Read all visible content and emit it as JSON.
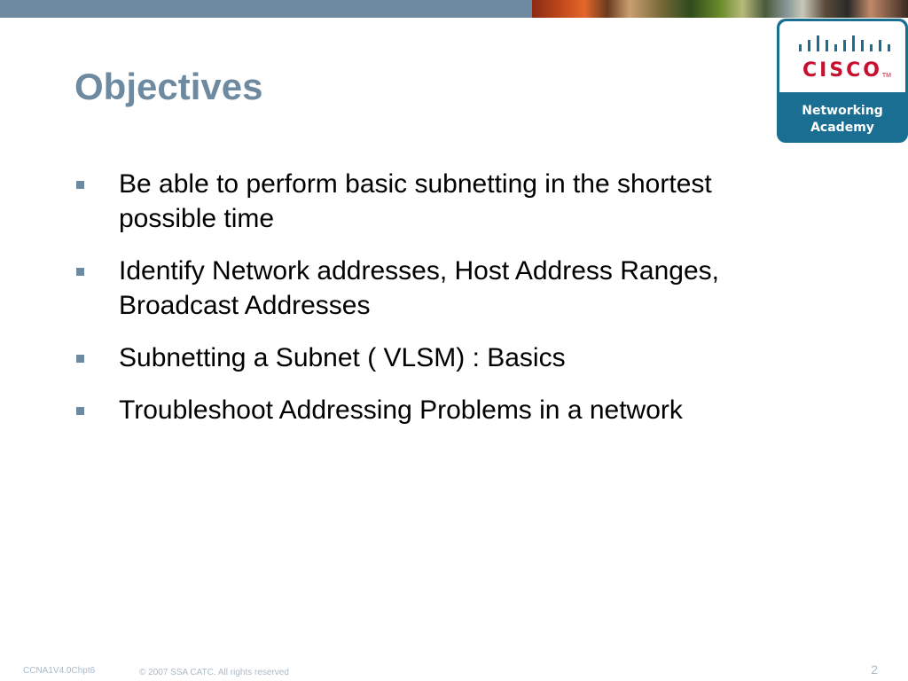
{
  "slide": {
    "title": "Objectives",
    "bullets": [
      {
        "lines": [
          "Be able to perform basic subnetting in the shortest",
          "possible time"
        ]
      },
      {
        "lines": [
          "Identify Network addresses, Host Address Ranges,",
          "Broadcast Addresses"
        ]
      },
      {
        "lines": [
          "Subnetting a Subnet ( VLSM) : Basics"
        ]
      },
      {
        "lines": [
          "Troubleshoot  Addressing  Problems in a network"
        ]
      }
    ]
  },
  "logo": {
    "wordmark": "CISCO",
    "trademark": "TM",
    "subtitle_line1": "Networking",
    "subtitle_line2": "Academy"
  },
  "footer": {
    "course_code": "CCNA1V4.0Chpt6",
    "copyright": "© 2007 SSA CATC. All rights reserved",
    "page_number": "2"
  },
  "colors": {
    "title": "#6d8aa0",
    "bullet_marker": "#6d8aa0",
    "top_band": "#6d8aa0",
    "logo_background": "#1a6e92",
    "logo_wordmark": "#c8102e",
    "footer_text": "#a8bac8"
  }
}
